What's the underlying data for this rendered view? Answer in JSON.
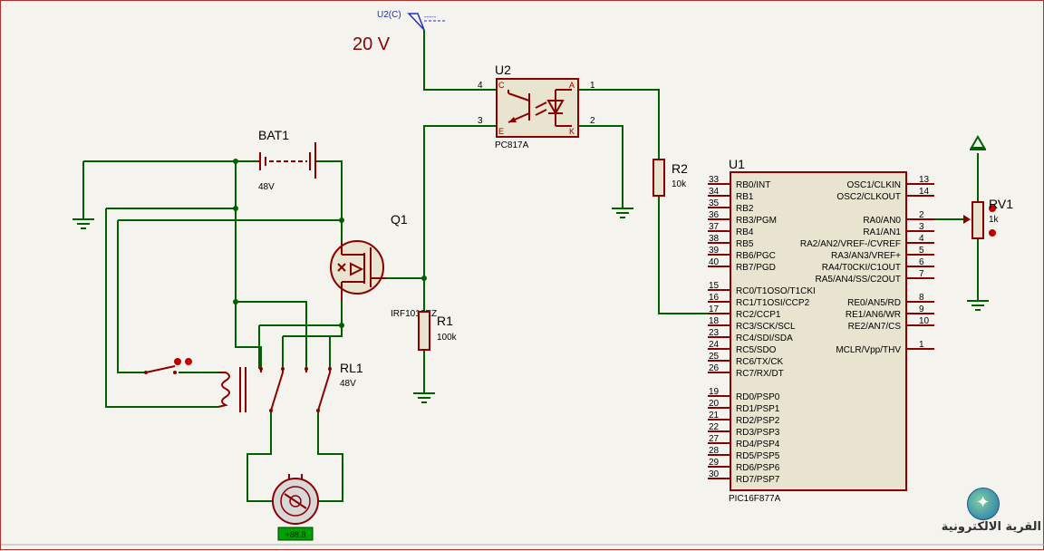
{
  "supply": {
    "terminal": "U2(C)",
    "voltage": "20 V",
    "pin_label": "-----"
  },
  "battery": {
    "ref": "BAT1",
    "value": "48V"
  },
  "mosfet": {
    "ref": "Q1",
    "part": "IRF1010EZ"
  },
  "optocoupler": {
    "ref": "U2",
    "part": "PC817A",
    "pins": {
      "c": "C",
      "e": "E",
      "a": "A",
      "k": "K"
    },
    "pin_numbers": {
      "p4": "4",
      "p3": "3",
      "p1": "1",
      "p2": "2"
    }
  },
  "r2": {
    "ref": "R2",
    "value": "10k"
  },
  "r1": {
    "ref": "R1",
    "value": "100k"
  },
  "relay": {
    "ref": "RL1",
    "value": "48V"
  },
  "pot": {
    "ref": "RV1",
    "value": "1k"
  },
  "mcu": {
    "ref": "U1",
    "part": "PIC16F877A",
    "left_pins": [
      {
        "num": "33",
        "label": "RB0/INT"
      },
      {
        "num": "34",
        "label": "RB1"
      },
      {
        "num": "35",
        "label": "RB2"
      },
      {
        "num": "36",
        "label": "RB3/PGM"
      },
      {
        "num": "37",
        "label": "RB4"
      },
      {
        "num": "38",
        "label": "RB5"
      },
      {
        "num": "39",
        "label": "RB6/PGC"
      },
      {
        "num": "40",
        "label": "RB7/PGD"
      },
      {
        "num": "15",
        "label": "RC0/T1OSO/T1CKI"
      },
      {
        "num": "16",
        "label": "RC1/T1OSI/CCP2"
      },
      {
        "num": "17",
        "label": "RC2/CCP1"
      },
      {
        "num": "18",
        "label": "RC3/SCK/SCL"
      },
      {
        "num": "23",
        "label": "RC4/SDI/SDA"
      },
      {
        "num": "24",
        "label": "RC5/SDO"
      },
      {
        "num": "25",
        "label": "RC6/TX/CK"
      },
      {
        "num": "26",
        "label": "RC7/RX/DT"
      },
      {
        "num": "19",
        "label": "RD0/PSP0"
      },
      {
        "num": "20",
        "label": "RD1/PSP1"
      },
      {
        "num": "21",
        "label": "RD2/PSP2"
      },
      {
        "num": "22",
        "label": "RD3/PSP3"
      },
      {
        "num": "27",
        "label": "RD4/PSP4"
      },
      {
        "num": "28",
        "label": "RD5/PSP5"
      },
      {
        "num": "29",
        "label": "RD6/PSP6"
      },
      {
        "num": "30",
        "label": "RD7/PSP7"
      }
    ],
    "right_pins": [
      {
        "num": "13",
        "label": "OSC1/CLKIN"
      },
      {
        "num": "14",
        "label": "OSC2/CLKOUT"
      },
      {
        "num": "2",
        "label": "RA0/AN0"
      },
      {
        "num": "3",
        "label": "RA1/AN1"
      },
      {
        "num": "4",
        "label": "RA2/AN2/VREF-/CVREF"
      },
      {
        "num": "5",
        "label": "RA3/AN3/VREF+"
      },
      {
        "num": "6",
        "label": "RA4/T0CKI/C1OUT"
      },
      {
        "num": "7",
        "label": "RA5/AN4/SS/C2OUT"
      },
      {
        "num": "8",
        "label": "RE0/AN5/RD"
      },
      {
        "num": "9",
        "label": "RE1/AN6/WR"
      },
      {
        "num": "10",
        "label": "RE2/AN7/CS"
      },
      {
        "num": "1",
        "label": "MCLR/Vpp/THV"
      }
    ]
  },
  "motor": {
    "label": "+88.8"
  },
  "watermark": {
    "text": "القرية الالكترونية"
  },
  "colors": {
    "wire": "#006000",
    "component": "#8a0000",
    "body_fill": "#e8e4d0",
    "voltage_text": "#8b0000",
    "label_blue": "#2030c0"
  }
}
